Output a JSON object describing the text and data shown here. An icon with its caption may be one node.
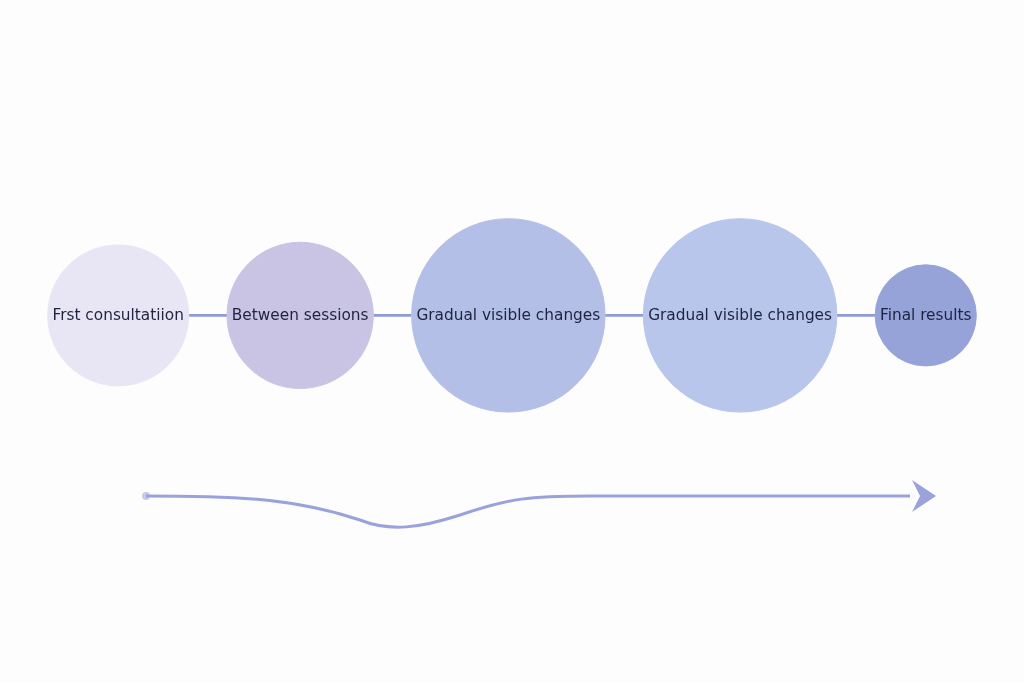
{
  "diagram": {
    "nodes": [
      {
        "text": [
          "Frst consultatiion"
        ]
      },
      {
        "text": [
          "Between sessions"
        ]
      },
      {
        "text": [
          "Gradual visible changes"
        ]
      },
      {
        "text": [
          "Gradual visible changes"
        ]
      },
      {
        "text": [
          "Final results"
        ]
      }
    ],
    "edges": [
      {
        "from": 0,
        "to": 1,
        "arrow": "none"
      },
      {
        "from": 1,
        "to": 2,
        "arrow": "none"
      },
      {
        "from": 2,
        "to": 3,
        "arrow": "none"
      },
      {
        "from": 3,
        "to": 4,
        "arrow": "none"
      }
    ]
  }
}
